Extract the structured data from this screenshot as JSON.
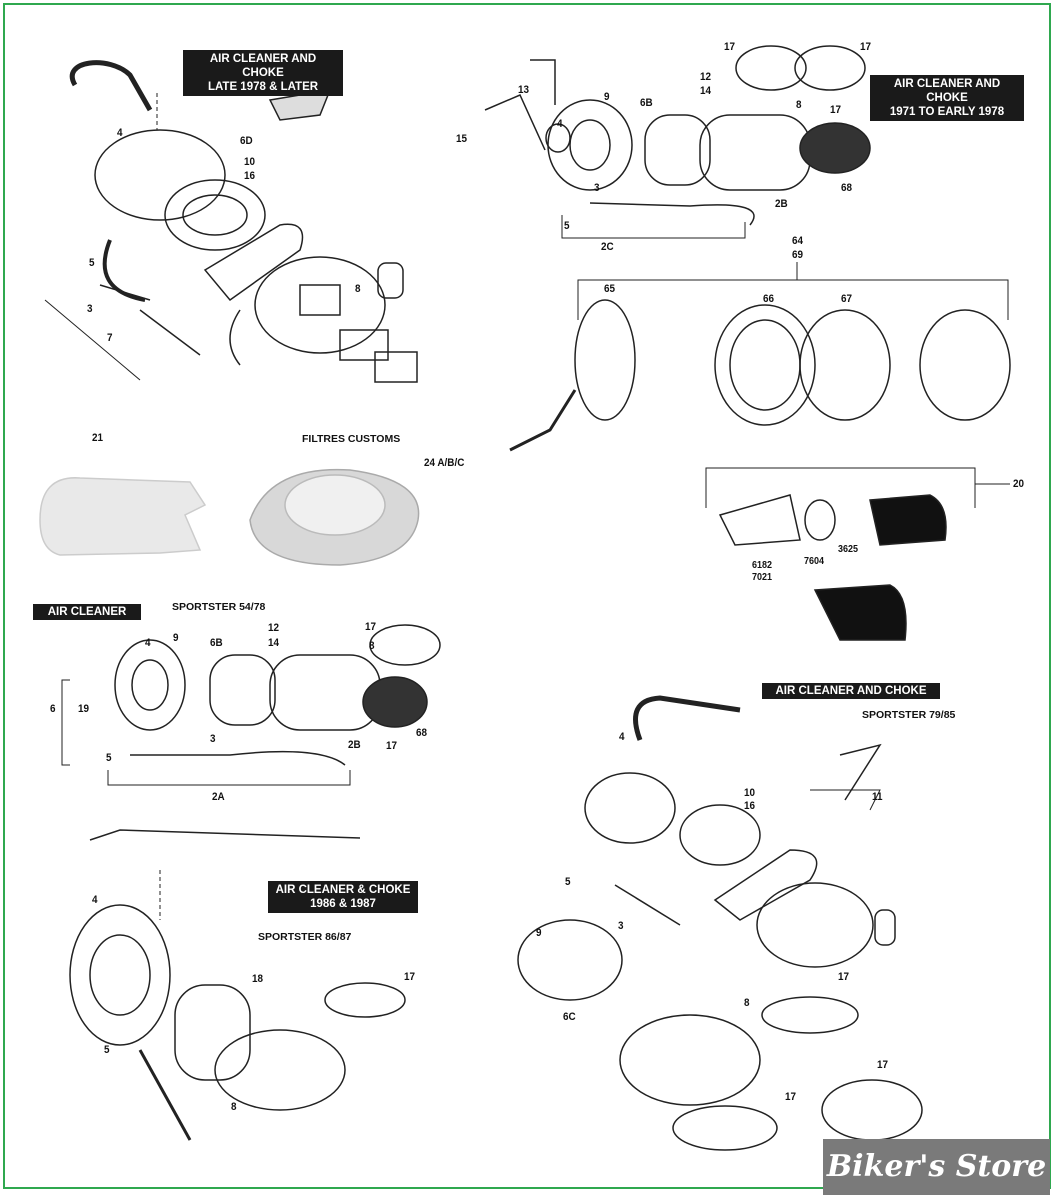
{
  "sections": {
    "late1978": {
      "title1": "AIR CLEANER AND CHOKE",
      "title2": "LATE 1978 & LATER",
      "labels": [
        "4",
        "6D",
        "10",
        "16",
        "5",
        "3",
        "7",
        "8"
      ]
    },
    "early1971": {
      "title1": "AIR CLEANER AND CHOKE",
      "title2": "1971 TO EARLY 1978",
      "labels": [
        "17",
        "17",
        "12",
        "14",
        "13",
        "9",
        "6B",
        "4",
        "15",
        "8",
        "17",
        "68",
        "3",
        "2B",
        "5",
        "2C"
      ]
    },
    "custom_round": {
      "labels": [
        "64",
        "69",
        "65",
        "66",
        "67"
      ]
    },
    "scoop": {
      "labels": [
        "20",
        "7604",
        "6182",
        "7021",
        "3625"
      ]
    },
    "customs": {
      "title": "FILTRES CUSTOMS",
      "labels": [
        "21",
        "24 A/B/C"
      ]
    },
    "sportster5478": {
      "title": "AIR CLEANER",
      "subtitle": "SPORTSTER 54/78",
      "labels": [
        "4",
        "9",
        "6B",
        "12",
        "14",
        "17",
        "8",
        "6",
        "19",
        "3",
        "2B",
        "5",
        "17",
        "68",
        "2A"
      ]
    },
    "y8687": {
      "title1": "AIR CLEANER & CHOKE",
      "title2": "1986 & 1987",
      "subtitle": "SPORTSTER 86/87",
      "labels": [
        "4",
        "18",
        "17",
        "5",
        "8"
      ]
    },
    "sportster7985": {
      "title": "AIR CLEANER AND CHOKE",
      "subtitle": "SPORTSTER 79/85",
      "labels": [
        "4",
        "10",
        "16",
        "11",
        "5",
        "3",
        "9",
        "6C",
        "8",
        "17",
        "17",
        "17"
      ]
    }
  },
  "logo": {
    "text": "Biker's Store"
  },
  "colors": {
    "border": "#2fa84f",
    "title_bg": "#1a1a1a",
    "logo_bg": "#7a7a7a"
  }
}
